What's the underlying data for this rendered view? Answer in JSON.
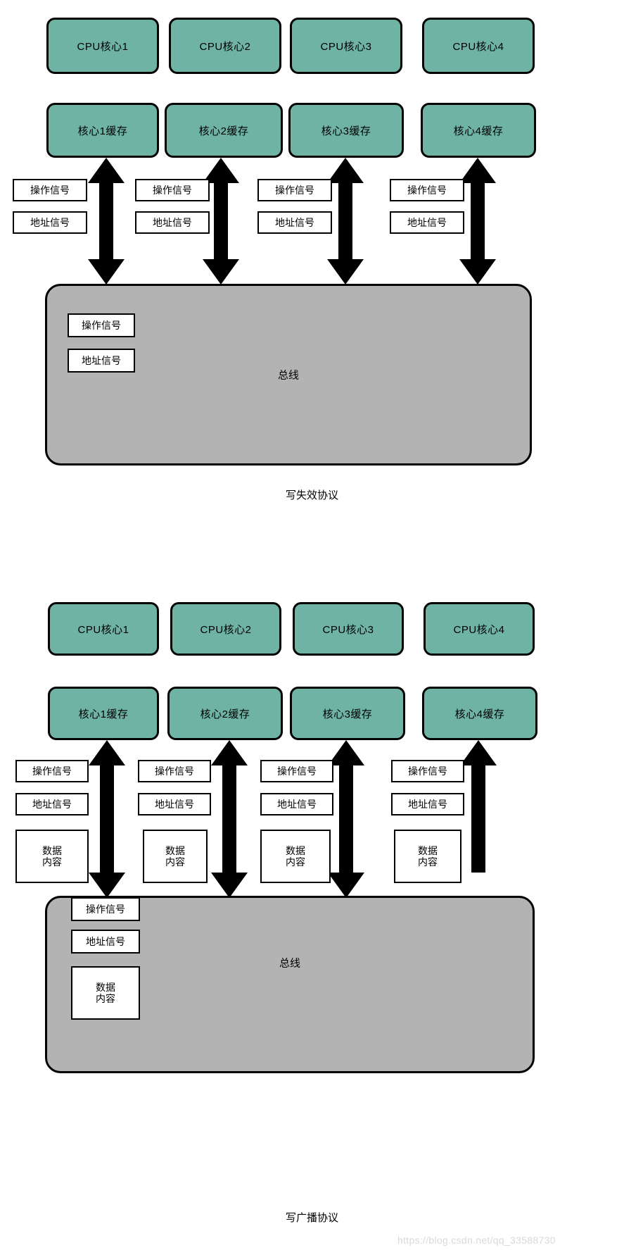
{
  "diagrams": [
    {
      "id": "write-invalidate",
      "caption": "写失效协议",
      "bus_label": "总线",
      "cores": [
        {
          "label": "CPU核心1"
        },
        {
          "label": "CPU核心2"
        },
        {
          "label": "CPU核心3"
        },
        {
          "label": "CPU核心4"
        }
      ],
      "caches": [
        {
          "label": "核心1缓存"
        },
        {
          "label": "核心2缓存"
        },
        {
          "label": "核心3缓存"
        },
        {
          "label": "核心4缓存"
        }
      ],
      "lane_signals": [
        {
          "op": "操作信号",
          "addr": "地址信号"
        },
        {
          "op": "操作信号",
          "addr": "地址信号"
        },
        {
          "op": "操作信号",
          "addr": "地址信号"
        },
        {
          "op": "操作信号",
          "addr": "地址信号"
        }
      ],
      "bus_signals": [
        {
          "label": "操作信号"
        },
        {
          "label": "地址信号"
        }
      ],
      "arrows": [
        {
          "name": "bidirectional-arrow-core1"
        },
        {
          "name": "bidirectional-arrow-core2"
        },
        {
          "name": "bidirectional-arrow-core3"
        },
        {
          "name": "bidirectional-arrow-core4"
        }
      ]
    },
    {
      "id": "write-broadcast",
      "caption": "写广播协议",
      "bus_label": "总线",
      "cores": [
        {
          "label": "CPU核心1"
        },
        {
          "label": "CPU核心2"
        },
        {
          "label": "CPU核心3"
        },
        {
          "label": "CPU核心4"
        }
      ],
      "caches": [
        {
          "label": "核心1缓存"
        },
        {
          "label": "核心2缓存"
        },
        {
          "label": "核心3缓存"
        },
        {
          "label": "核心4缓存"
        }
      ],
      "lane_signals": [
        {
          "op": "操作信号",
          "addr": "地址信号",
          "data_line1": "数据",
          "data_line2": "内容"
        },
        {
          "op": "操作信号",
          "addr": "地址信号",
          "data_line1": "数据",
          "data_line2": "内容"
        },
        {
          "op": "操作信号",
          "addr": "地址信号",
          "data_line1": "数据",
          "data_line2": "内容"
        },
        {
          "op": "操作信号",
          "addr": "地址信号",
          "data_line1": "数据",
          "data_line2": "内容"
        }
      ],
      "bus_signals": [
        {
          "label": "操作信号"
        },
        {
          "label": "地址信号"
        }
      ],
      "bus_data_box": {
        "line1": "数据",
        "line2": "内容"
      },
      "arrows": [
        {
          "name": "bidirectional-arrow-core1"
        },
        {
          "name": "bidirectional-arrow-core2"
        },
        {
          "name": "bidirectional-arrow-core3"
        },
        {
          "name": "bidirectional-arrow-core4"
        }
      ]
    }
  ],
  "watermark": "https://blog.csdn.net/qq_33588730",
  "colors": {
    "core_fill": "#6fb3a4",
    "bus_fill": "#b3b3b3",
    "stroke": "#000000",
    "chip_fill": "#ffffff",
    "watermark": "#d9d9d9"
  }
}
